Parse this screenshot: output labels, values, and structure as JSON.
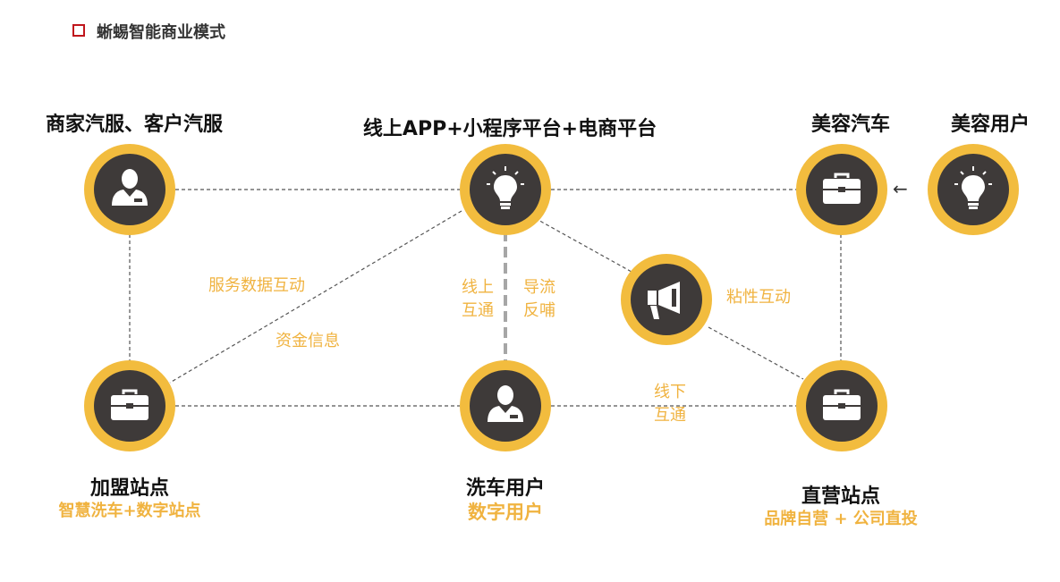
{
  "header": {
    "title": "蜥蜴智能商业模式"
  },
  "nodes": {
    "merchant": {
      "title": "商家汽服、客户汽服",
      "icon": "person-icon"
    },
    "platform": {
      "title": "线上APP+小程序平台+电商平台",
      "icon": "lightbulb-icon"
    },
    "beauty_car": {
      "title": "美容汽车",
      "icon": "briefcase-icon"
    },
    "beauty_user": {
      "title": "美容用户",
      "icon": "lightbulb-icon"
    },
    "megaphone": {
      "icon": "megaphone-icon"
    },
    "franchise": {
      "title": "加盟站点",
      "subtitle": "智慧洗车+数字站点",
      "icon": "briefcase-icon"
    },
    "wash_user": {
      "title": "洗车用户",
      "subtitle": "数字用户",
      "icon": "person-icon"
    },
    "direct": {
      "title": "直营站点",
      "subtitle": "品牌自营 + 公司直投",
      "icon": "briefcase-icon"
    }
  },
  "edge_labels": {
    "service_data": "服务数据互动",
    "funds_info": "资金信息",
    "online_interact": [
      "线上",
      "互通"
    ],
    "guide_feedback": [
      "导流",
      "反哺"
    ],
    "sticky_interact": "粘性互动",
    "offline_interact": [
      "线下",
      "互通"
    ]
  },
  "arrow": "←",
  "colors": {
    "ring": "#f2bc3e",
    "circle": "#3e3a39",
    "label": "#f0b340",
    "accent_square": "#c0161c",
    "dashed_line": "#555555",
    "gray_dashed": "#a6a6a6"
  }
}
